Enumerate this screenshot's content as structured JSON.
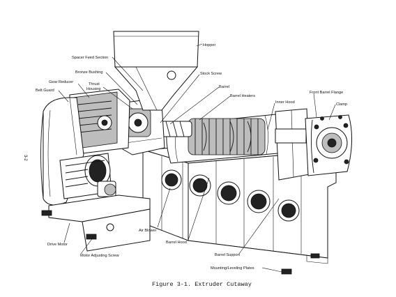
{
  "figure": {
    "caption": "Figure 3-1. Extruder Cutaway",
    "page_number": "3-2"
  },
  "labels": {
    "hopper": "Hopper",
    "spacer_feed_section": "Spacer Feed Section",
    "bronze_bushing": "Bronze Bushing",
    "thrust_housing_1": "Thrust",
    "thrust_housing_2": "Housing",
    "gear_reducer": "Gear Reducer",
    "belt_guard": "Belt Guard",
    "stock_screw": "Stock Screw",
    "barrel": "Barrel",
    "barrel_heaters": "Barrel Heaters",
    "inner_hood": "Inner Hood",
    "front_barrel_flange": "Front Barrel Flange",
    "clamp": "Clamp",
    "drive_motor": "Drive Motor",
    "motor_adjusting_screw": "Motor Adjusting Screw",
    "air_blower": "Air Blower",
    "barrel_hood": "Barrel Hood",
    "barrel_support": "Barrel Support",
    "mounting_leveling_plates": "Mounting/Leveling Plates"
  }
}
